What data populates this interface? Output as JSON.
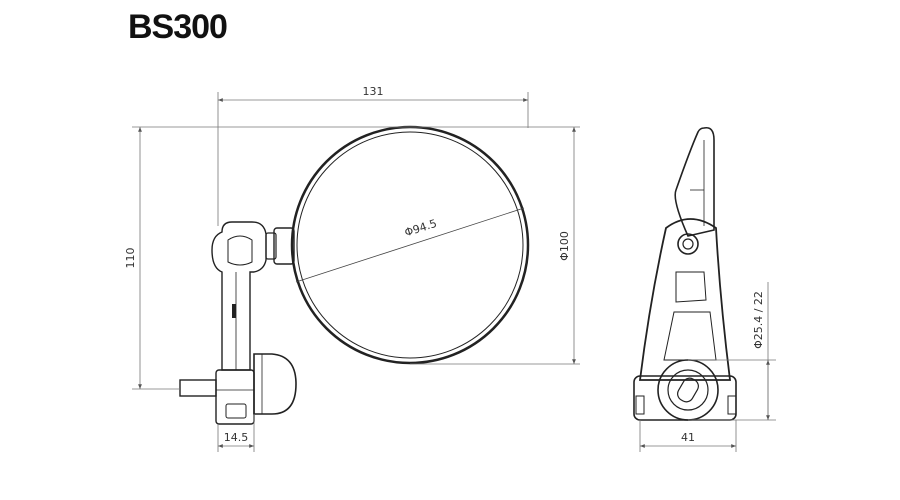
{
  "title": "BS300",
  "dimensions": {
    "overall_width": "131",
    "height": "110",
    "mirror_inner_diameter": "Φ94.5",
    "mirror_outer_diameter": "Φ100",
    "clamp_offset": "14.5",
    "bar_diameter": "Φ25.4 / 22",
    "side_width": "41"
  },
  "colors": {
    "line": "#222222",
    "dim_line": "#666666",
    "text": "#333333"
  }
}
